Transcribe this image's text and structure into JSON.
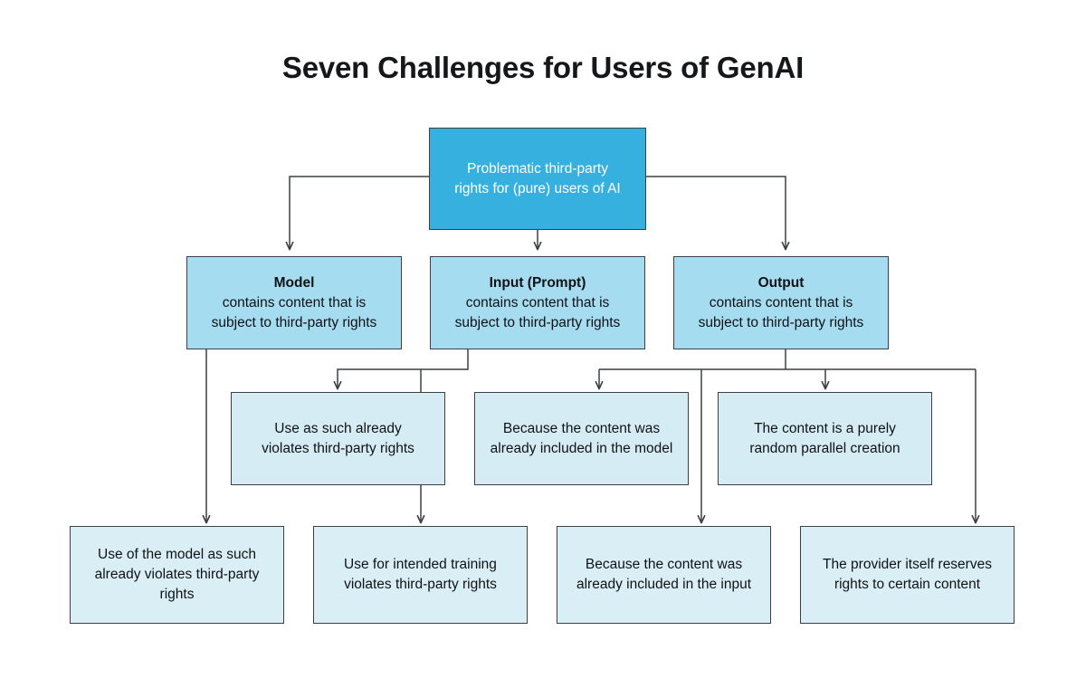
{
  "page": {
    "title": "Seven Challenges for Users of GenAI",
    "background": "#ffffff"
  },
  "colors": {
    "root_fill": "#36b0de",
    "root_text": "#ffffff",
    "level2_fill": "#a5dcef",
    "level3_fill": "#d5ecf4",
    "leaf_fill": "#d9eef5",
    "border": "#3c4043",
    "connector": "#3c4043",
    "text": "#111216"
  },
  "diagram": {
    "type": "flowchart",
    "root": {
      "id": "root",
      "lines": [
        "Problematic third-party",
        "rights for (pure) users of AI"
      ]
    },
    "level2": [
      {
        "id": "model",
        "heading": "Model",
        "lines": [
          "contains content that is",
          "subject to third-party rights"
        ]
      },
      {
        "id": "input",
        "heading": "Input (Prompt)",
        "lines": [
          "contains content that is",
          "subject to third-party rights"
        ]
      },
      {
        "id": "output",
        "heading": "Output",
        "lines": [
          "contains content that is",
          "subject to third-party rights"
        ]
      }
    ],
    "level3": [
      {
        "id": "use-as-such",
        "lines": [
          "Use as such already",
          "violates third-party rights"
        ]
      },
      {
        "id": "content-in-model",
        "lines": [
          "Because the content was",
          "already included in the model"
        ]
      },
      {
        "id": "random-parallel-creation",
        "lines": [
          "The content is a purely",
          "random parallel creation"
        ]
      }
    ],
    "leaves": [
      {
        "id": "model-use-violates",
        "lines": [
          "Use of the model as such",
          "already violates third-party",
          "rights"
        ]
      },
      {
        "id": "intended-training",
        "lines": [
          "Use for intended training",
          "violates third-party rights"
        ]
      },
      {
        "id": "content-in-input",
        "lines": [
          "Because the content was",
          "already included in the input"
        ]
      },
      {
        "id": "provider-reserves-rights",
        "lines": [
          "The provider itself reserves",
          "rights to certain content"
        ]
      }
    ]
  }
}
